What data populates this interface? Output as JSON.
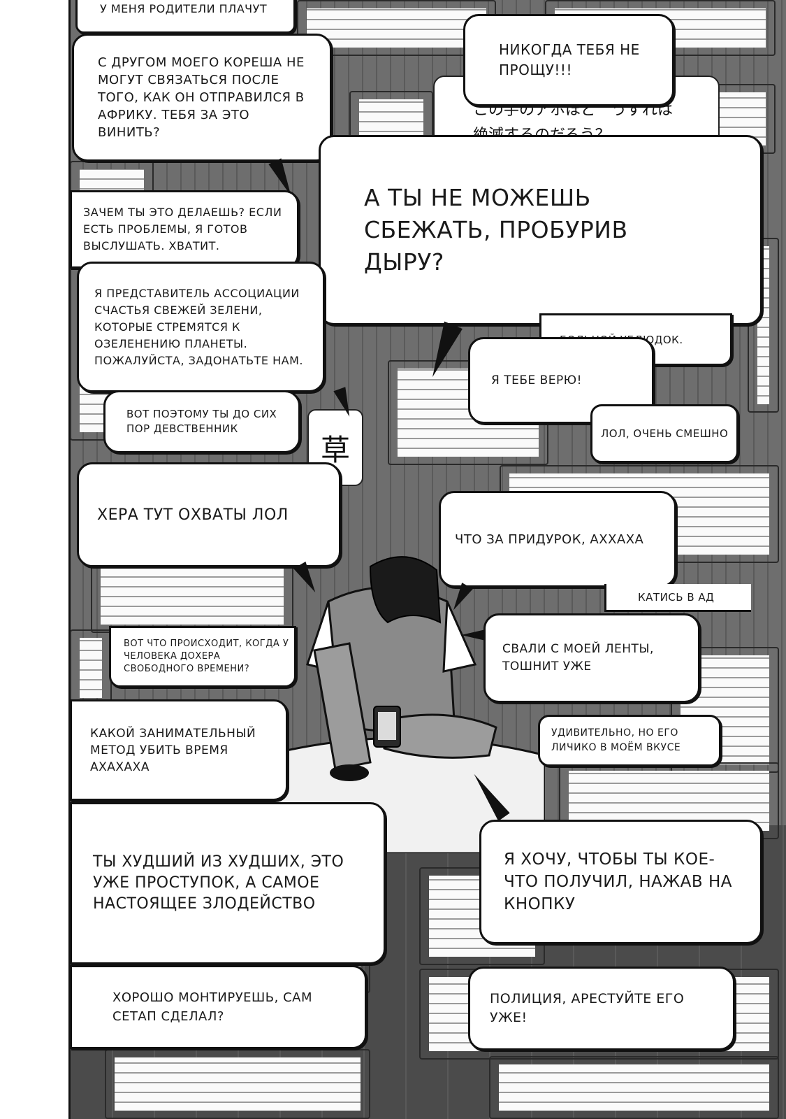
{
  "bubbles": [
    {
      "id": "b01",
      "text": "У МЕНЯ РОДИТЕЛИ ПЛАЧУТ"
    },
    {
      "id": "b02",
      "text": "С ДРУГОМ МОЕГО КОРЕША НЕ МОГУТ СВЯЗАТЬСЯ ПОСЛЕ ТОГО, КАК ОН ОТПРАВИЛСЯ В АФРИКУ. ТЕБЯ ЗА ЭТО ВИНИТЬ?"
    },
    {
      "id": "b03",
      "text": "НИКОГДА ТЕБЯ НЕ ПРОЩУ!!!"
    },
    {
      "id": "b04",
      "text": "А ТЫ НЕ МОЖЕШЬ СБЕЖАТЬ, ПРОБУРИВ ДЫРУ?"
    },
    {
      "id": "b05",
      "text": "ЗАЧЕМ ТЫ ЭТО ДЕЛАЕШЬ? ЕСЛИ ЕСТЬ ПРОБЛЕМЫ, Я ГОТОВ ВЫСЛУШАТЬ. ХВАТИТ."
    },
    {
      "id": "b06",
      "text": "Я ПРЕДСТАВИТЕЛЬ АССОЦИАЦИИ СЧАСТЬЯ СВЕЖЕЙ ЗЕЛЕНИ, КОТОРЫЕ СТРЕМЯТСЯ К ОЗЕЛЕНЕНИЮ ПЛАНЕТЫ. ПОЖАЛУЙСТА, ЗАДОНАТЬТЕ НАМ."
    },
    {
      "id": "b07",
      "text": "БОЛЬНОЙ УБЛЮДОК."
    },
    {
      "id": "b08",
      "text": "Я ТЕБЕ ВЕРЮ!"
    },
    {
      "id": "b09",
      "text": "ВОТ ПОЭТОМУ ТЫ ДО СИХ ПОР ДЕВСТВЕННИК"
    },
    {
      "id": "b10",
      "text": "ЛОЛ, ОЧЕНЬ СМЕШНО"
    },
    {
      "id": "b11",
      "text": "ХЕРА ТУТ ОХВАТЫ ЛОЛ"
    },
    {
      "id": "b12",
      "text": "ЧТО ЗА ПРИДУРОК, АХХАХА"
    },
    {
      "id": "b13",
      "text": "КАТИСЬ В АД"
    },
    {
      "id": "b14",
      "text": "ВОТ ЧТО ПРОИСХОДИТ, КОГДА У ЧЕЛОВЕКА ДОХЕРА СВОБОДНОГО ВРЕМЕНИ?"
    },
    {
      "id": "b15",
      "text": "СВАЛИ С МОЕЙ ЛЕНТЫ, ТОШНИТ УЖЕ"
    },
    {
      "id": "b16",
      "text": "КАКОЙ ЗАНИМАТЕЛЬНЫЙ МЕТОД УБИТЬ ВРЕМЯ АХАХАХА"
    },
    {
      "id": "b17",
      "text": "УДИВИТЕЛЬНО, НО ЕГО ЛИЧИКО В МОЁМ ВКУСЕ"
    },
    {
      "id": "b18",
      "text": "ТЫ ХУДШИЙ ИЗ ХУДШИХ, ЭТО УЖЕ ПРОСТУПОК, А САМОЕ НАСТОЯЩЕЕ ЗЛОДЕЙСТВО"
    },
    {
      "id": "b19",
      "text": "Я ХОЧУ, ЧТОБЫ ТЫ КОЕ-ЧТО ПОЛУЧИЛ, НАЖАВ НА КНОПКУ"
    },
    {
      "id": "b20",
      "text": "ХОРОШО МОНТИРУЕШЬ, САМ СЕТАП СДЕЛАЛ?"
    },
    {
      "id": "b21",
      "text": "ПОЛИЦИЯ, АРЕСТУЙТЕ ЕГО УЖЕ!"
    }
  ],
  "japanese": {
    "kanji_grass": "草",
    "partial_jp_line1": "この手のアホほど　うずれは",
    "partial_jp_line2": "絶滅するのだろう？"
  }
}
